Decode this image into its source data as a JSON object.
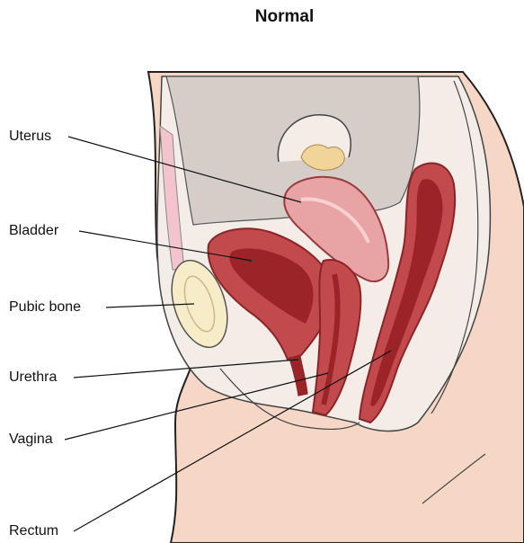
{
  "title": "Normal",
  "labels": {
    "uterus": "Uterus",
    "bladder": "Bladder",
    "pubic_bone": "Pubic bone",
    "urethra": "Urethra",
    "vagina": "Vagina",
    "rectum": "Rectum"
  },
  "colors": {
    "skin": "#f6d7c6",
    "cavity": "#f4ede7",
    "organ_wall": "#c24a4d",
    "organ_interior": "#9b2428",
    "uterus": "#e8a3a5",
    "bone": "#f6ecc8",
    "gray_region": "#d4cdc8",
    "outline": "#222222"
  }
}
